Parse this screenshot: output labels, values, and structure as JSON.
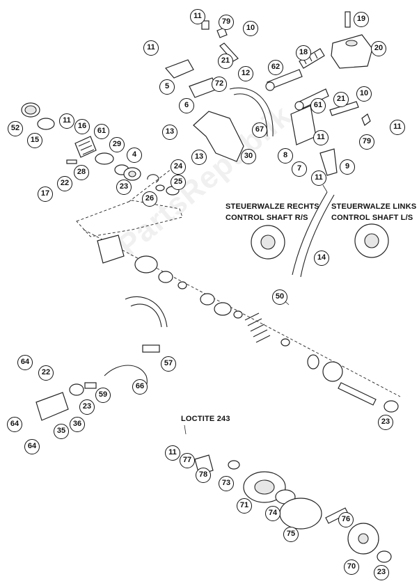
{
  "labels": {
    "shaft_right_de": "STEUERWALZE RECHTS",
    "shaft_right_en": "CONTROL SHAFT R/S",
    "shaft_left_de": "STEUERWALZE LINKS",
    "shaft_left_en": "CONTROL SHAFT L/S",
    "loctite": "LOCTITE 243",
    "watermark": "PartsRepublik"
  },
  "callouts": [
    {
      "id": "c11a",
      "text": "11"
    },
    {
      "id": "c79a",
      "text": "79"
    },
    {
      "id": "c10a",
      "text": "10"
    },
    {
      "id": "c19",
      "text": "19"
    },
    {
      "id": "c11b",
      "text": "11"
    },
    {
      "id": "c21a",
      "text": "21"
    },
    {
      "id": "c20",
      "text": "20"
    },
    {
      "id": "c18",
      "text": "18"
    },
    {
      "id": "c62",
      "text": "62"
    },
    {
      "id": "c72",
      "text": "72"
    },
    {
      "id": "c12",
      "text": "12"
    },
    {
      "id": "c5",
      "text": "5"
    },
    {
      "id": "c6",
      "text": "6"
    },
    {
      "id": "c21b",
      "text": "21"
    },
    {
      "id": "c10b",
      "text": "10"
    },
    {
      "id": "c61",
      "text": "61"
    },
    {
      "id": "c52",
      "text": "52"
    },
    {
      "id": "c11c",
      "text": "11"
    },
    {
      "id": "c16",
      "text": "16"
    },
    {
      "id": "c61b",
      "text": "61"
    },
    {
      "id": "c15",
      "text": "15"
    },
    {
      "id": "c13a",
      "text": "13"
    },
    {
      "id": "c67",
      "text": "67"
    },
    {
      "id": "c8",
      "text": "8"
    },
    {
      "id": "c11d",
      "text": "11"
    },
    {
      "id": "c79b",
      "text": "79"
    },
    {
      "id": "c11e",
      "text": "11"
    },
    {
      "id": "c29",
      "text": "29"
    },
    {
      "id": "c13b",
      "text": "13"
    },
    {
      "id": "c30",
      "text": "30"
    },
    {
      "id": "c4",
      "text": "4"
    },
    {
      "id": "c7",
      "text": "7"
    },
    {
      "id": "c9",
      "text": "9"
    },
    {
      "id": "c28",
      "text": "28"
    },
    {
      "id": "c24",
      "text": "24"
    },
    {
      "id": "c22a",
      "text": "22"
    },
    {
      "id": "c11f",
      "text": "11"
    },
    {
      "id": "c17",
      "text": "17"
    },
    {
      "id": "c23a",
      "text": "23"
    },
    {
      "id": "c25",
      "text": "25"
    },
    {
      "id": "c26",
      "text": "26"
    },
    {
      "id": "c14",
      "text": "14"
    },
    {
      "id": "c50",
      "text": "50"
    },
    {
      "id": "c64a",
      "text": "64"
    },
    {
      "id": "c22b",
      "text": "22"
    },
    {
      "id": "c57",
      "text": "57"
    },
    {
      "id": "c66",
      "text": "66"
    },
    {
      "id": "c59",
      "text": "59"
    },
    {
      "id": "c23b",
      "text": "23"
    },
    {
      "id": "c64b",
      "text": "64"
    },
    {
      "id": "c35",
      "text": "35"
    },
    {
      "id": "c36",
      "text": "36"
    },
    {
      "id": "c64c",
      "text": "64"
    },
    {
      "id": "c23c",
      "text": "23"
    },
    {
      "id": "c11g",
      "text": "11"
    },
    {
      "id": "c77",
      "text": "77"
    },
    {
      "id": "c78",
      "text": "78"
    },
    {
      "id": "c73",
      "text": "73"
    },
    {
      "id": "c71",
      "text": "71"
    },
    {
      "id": "c74",
      "text": "74"
    },
    {
      "id": "c75",
      "text": "75"
    },
    {
      "id": "c76",
      "text": "76"
    },
    {
      "id": "c70",
      "text": "70"
    },
    {
      "id": "c23d",
      "text": "23"
    }
  ]
}
